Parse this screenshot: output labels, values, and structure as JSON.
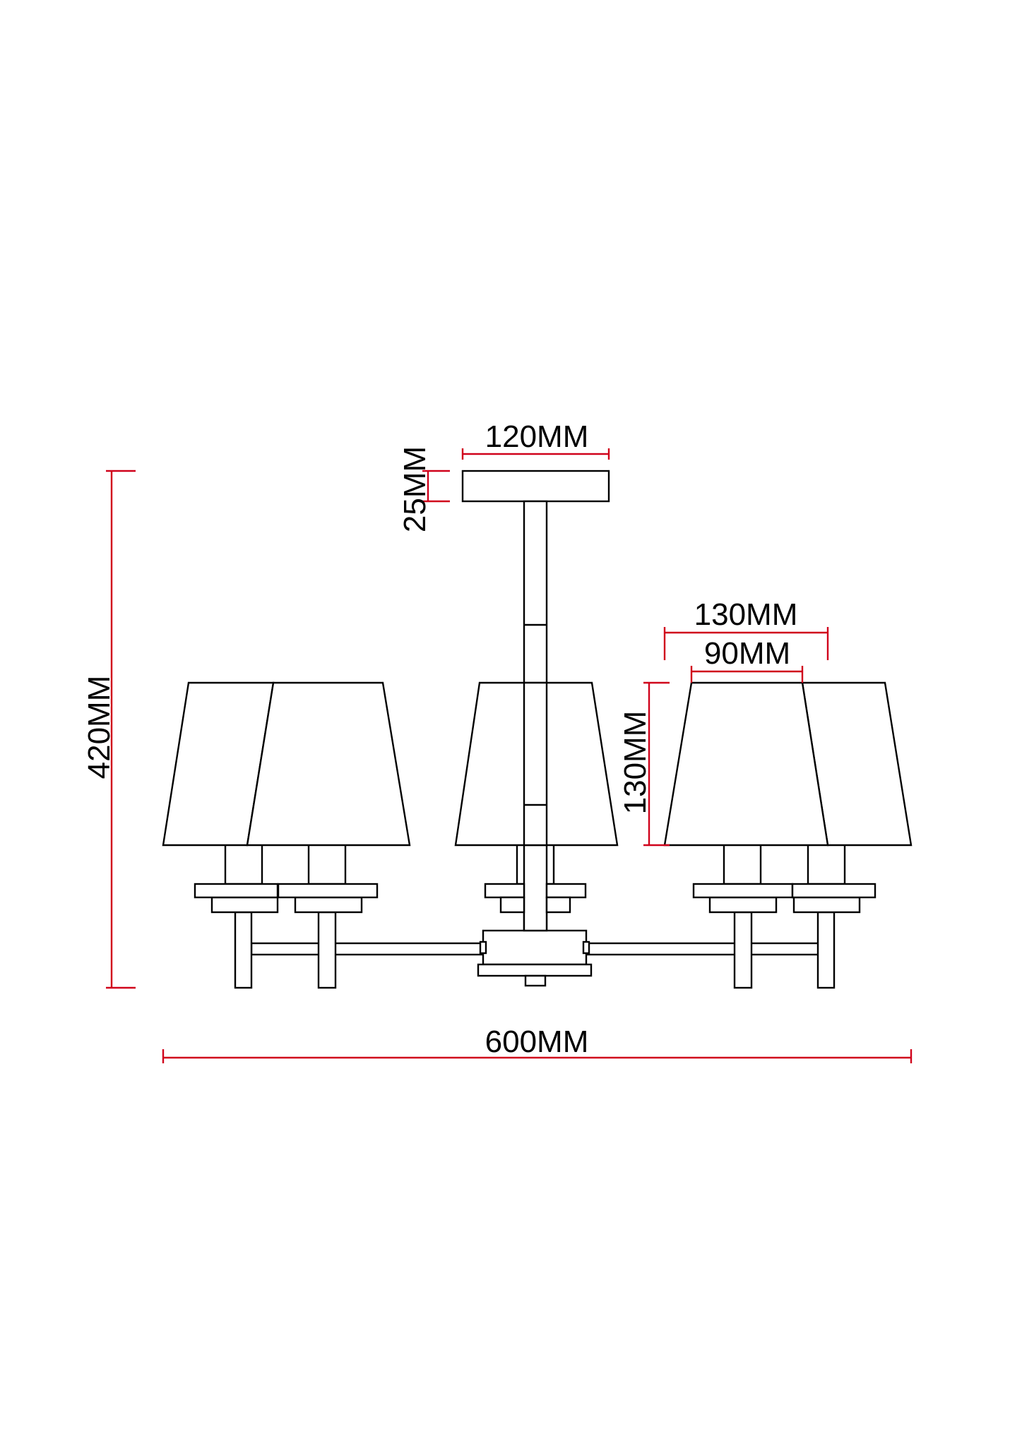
{
  "dimension_color": "#d0021b",
  "line_color": "#000000",
  "dimensions": {
    "canopy_width": "120MM",
    "canopy_height": "25MM",
    "total_height": "420MM",
    "total_width": "600MM",
    "shade_bottom_diameter": "130MM",
    "shade_top_diameter": "90MM",
    "shade_height": "130MM"
  }
}
